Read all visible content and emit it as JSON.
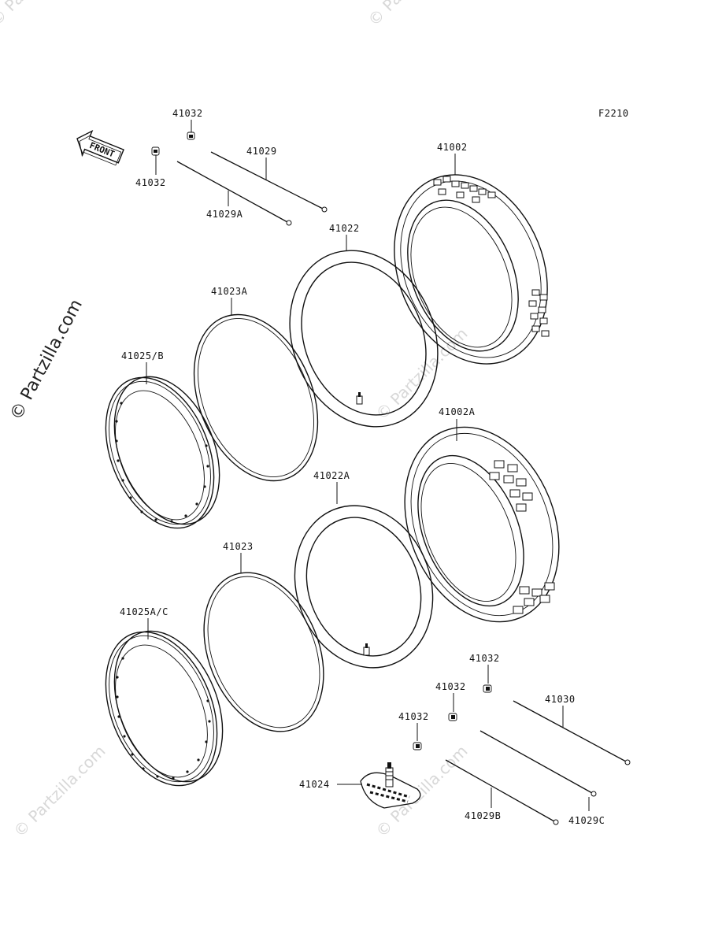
{
  "diagram": {
    "figure_code": "F2210",
    "front_label": "FRONT",
    "watermark": "© Partzilla.com",
    "parts": [
      {
        "id": "p41032a",
        "label": "41032"
      },
      {
        "id": "p41032b",
        "label": "41032"
      },
      {
        "id": "p41029",
        "label": "41029"
      },
      {
        "id": "p41029A",
        "label": "41029A"
      },
      {
        "id": "p41002",
        "label": "41002"
      },
      {
        "id": "p41022",
        "label": "41022"
      },
      {
        "id": "p41023A",
        "label": "41023A"
      },
      {
        "id": "p41025B",
        "label": "41025/B"
      },
      {
        "id": "p41002A",
        "label": "41002A"
      },
      {
        "id": "p41022A",
        "label": "41022A"
      },
      {
        "id": "p41023",
        "label": "41023"
      },
      {
        "id": "p41025AC",
        "label": "41025A/C"
      },
      {
        "id": "p41032c",
        "label": "41032"
      },
      {
        "id": "p41032d",
        "label": "41032"
      },
      {
        "id": "p41032e",
        "label": "41032"
      },
      {
        "id": "p41030",
        "label": "41030"
      },
      {
        "id": "p41024",
        "label": "41024"
      },
      {
        "id": "p41029B",
        "label": "41029B"
      },
      {
        "id": "p41029C",
        "label": "41029C"
      }
    ]
  }
}
